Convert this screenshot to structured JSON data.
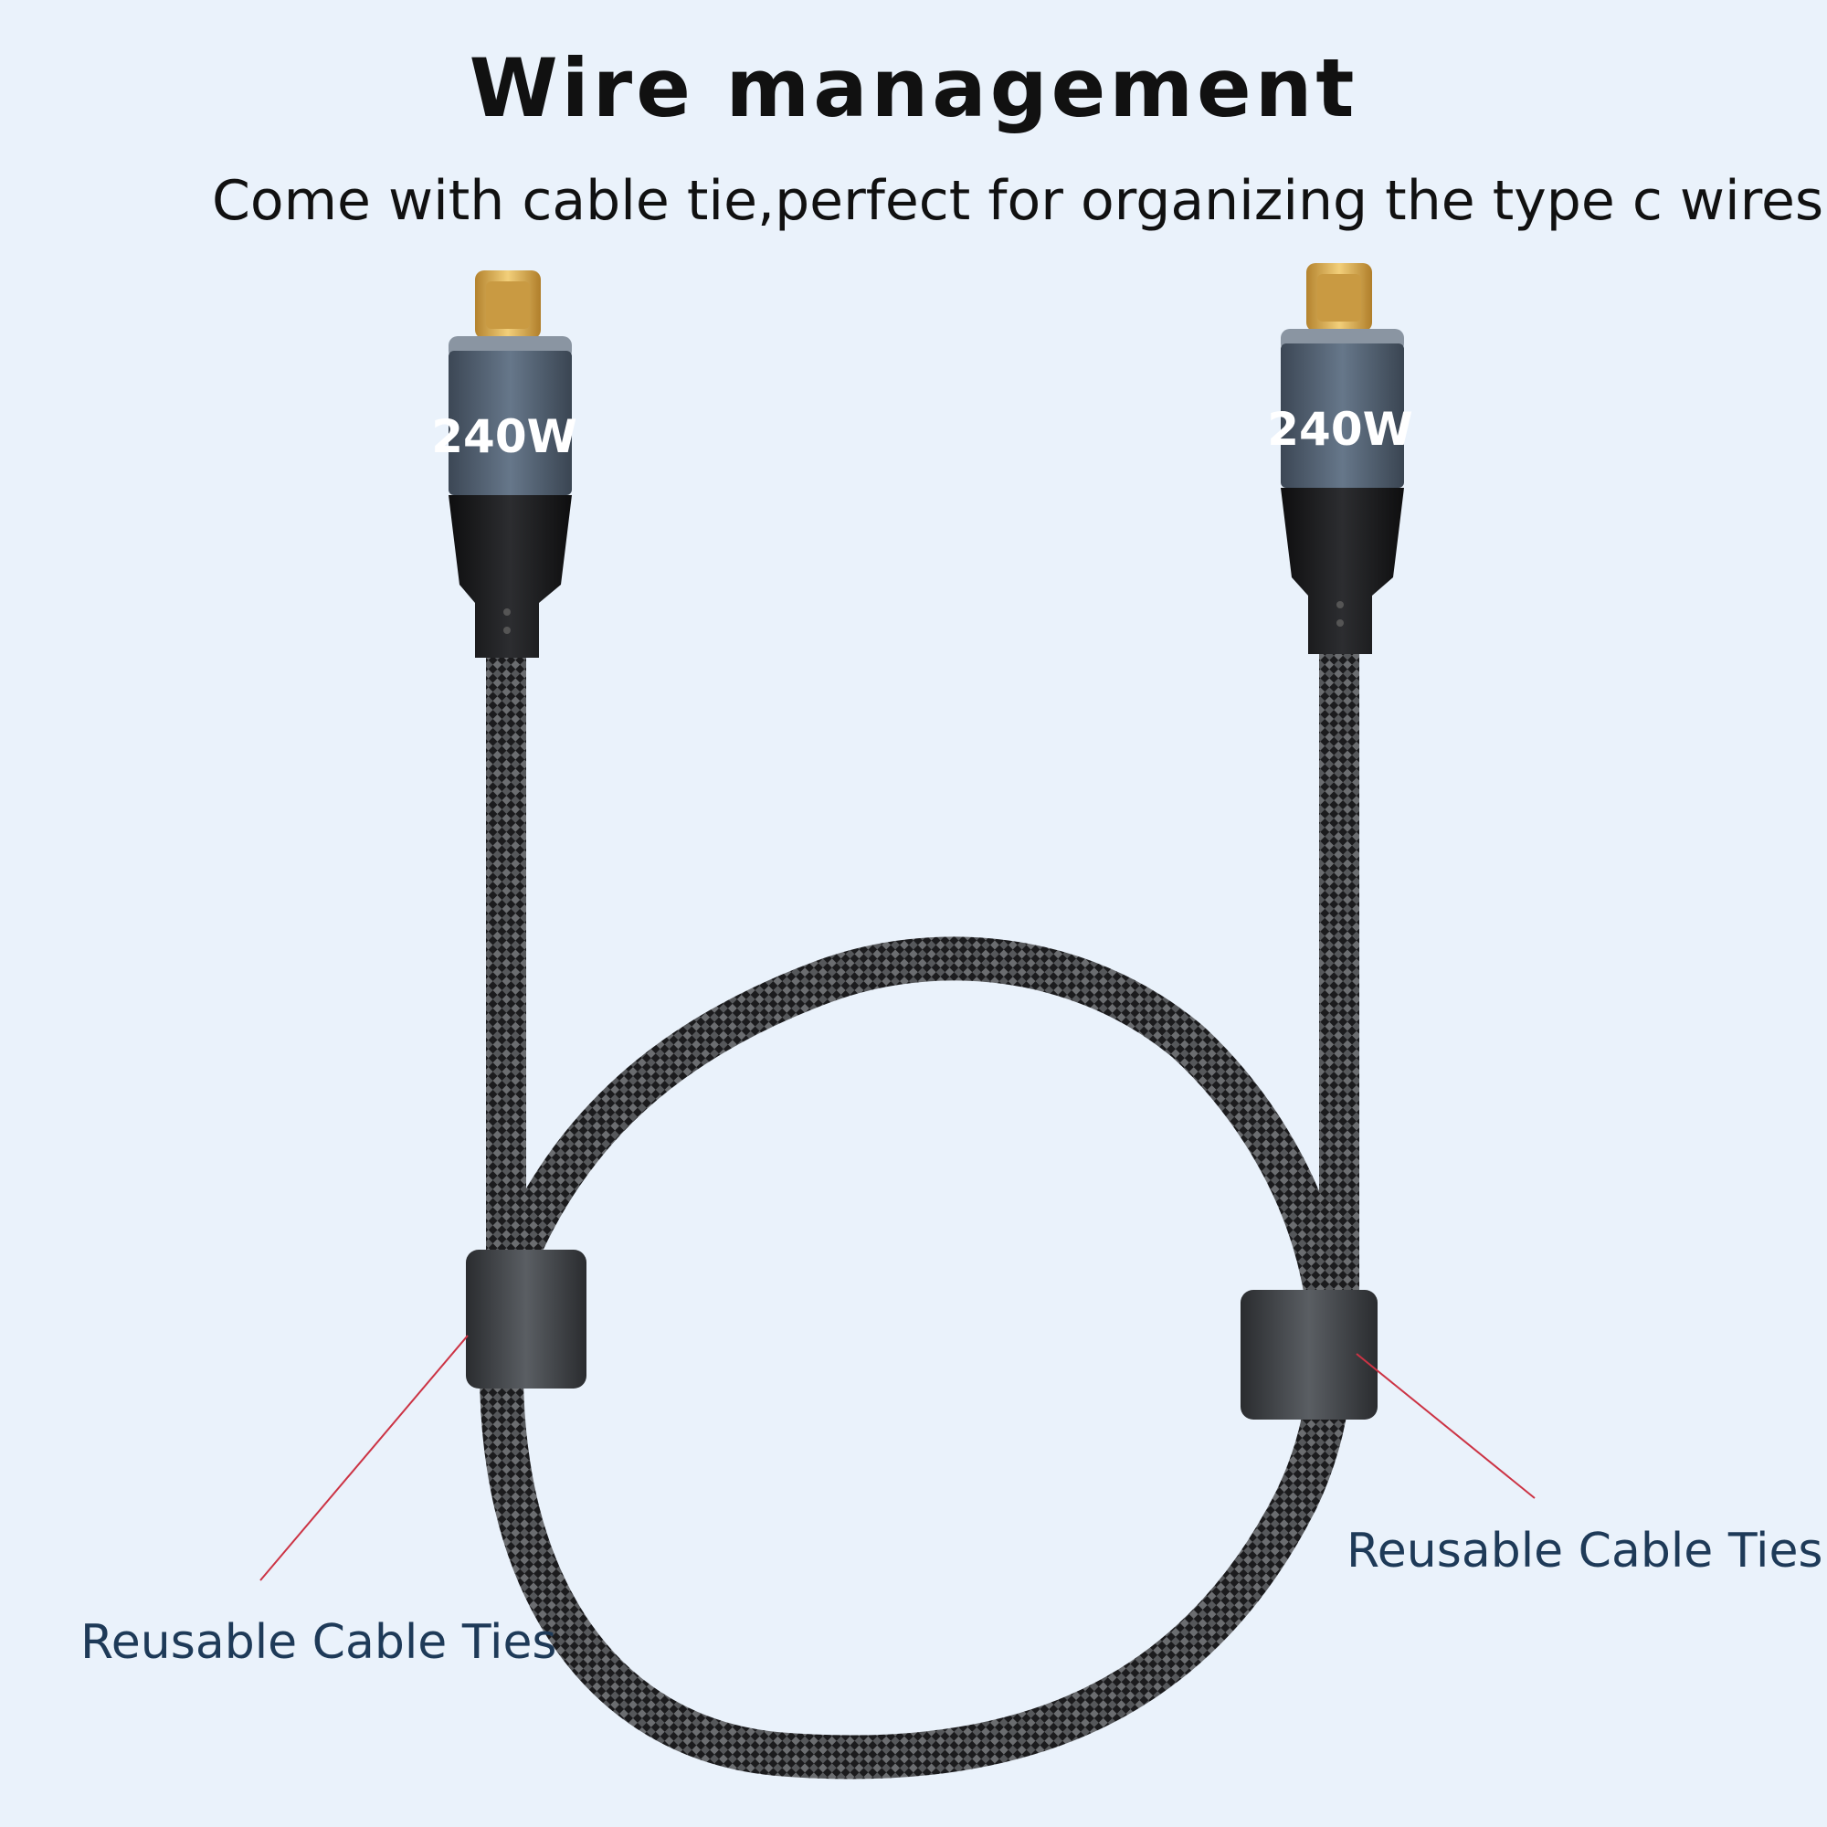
{
  "header": {
    "title": "Wire management",
    "subtitle": "Come with cable tie,perfect for organizing the type c wires."
  },
  "product": {
    "plug_left_label": "240W",
    "plug_right_label": "240W",
    "callout_left": "Reusable Cable Ties",
    "callout_right": "Reusable Cable Ties"
  },
  "colors": {
    "background": "#eaf2fb",
    "callout_text": "#1e3a58",
    "callout_line": "#cc3344",
    "connector_gold": "#d8a94a",
    "connector_shell": "#4f5e6e"
  }
}
